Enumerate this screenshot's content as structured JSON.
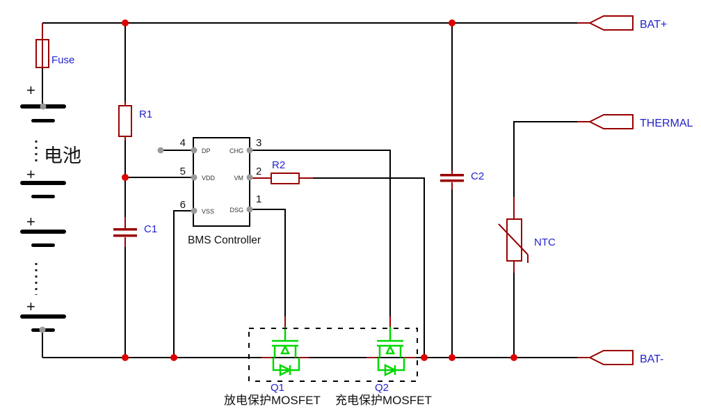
{
  "schematic": {
    "battery": {
      "label": "电池",
      "plus": "+"
    },
    "components": {
      "fuse": {
        "label": "Fuse"
      },
      "r1": {
        "label": "R1"
      },
      "c1": {
        "label": "C1"
      },
      "r2": {
        "label": "R2"
      },
      "c2": {
        "label": "C2"
      },
      "ntc": {
        "label": "NTC"
      },
      "q1": {
        "label": "Q1"
      },
      "q2": {
        "label": "Q2"
      }
    },
    "ic": {
      "name": "BMS Controller",
      "left_pins": [
        {
          "number": "4",
          "name": "DP"
        },
        {
          "number": "5",
          "name": "VDD"
        },
        {
          "number": "6",
          "name": "VSS"
        }
      ],
      "right_pins": [
        {
          "number": "3",
          "name": "CHG"
        },
        {
          "number": "2",
          "name": "VM"
        },
        {
          "number": "1",
          "name": "DSG"
        }
      ]
    },
    "connectors": {
      "bat_plus": "BAT+",
      "thermal": "THERMAL",
      "bat_minus": "BAT-"
    },
    "captions": {
      "discharge_mosfet": "放电保护MOSFET",
      "charge_mosfet": "充电保护MOSFET"
    },
    "colors": {
      "wire_black": "#000000",
      "component_red": "#990000",
      "junction_dot_red": "#dd0000",
      "mosfet_green": "#00d800",
      "label_blue": "#2222cc",
      "terminal_gray": "#999999"
    }
  }
}
